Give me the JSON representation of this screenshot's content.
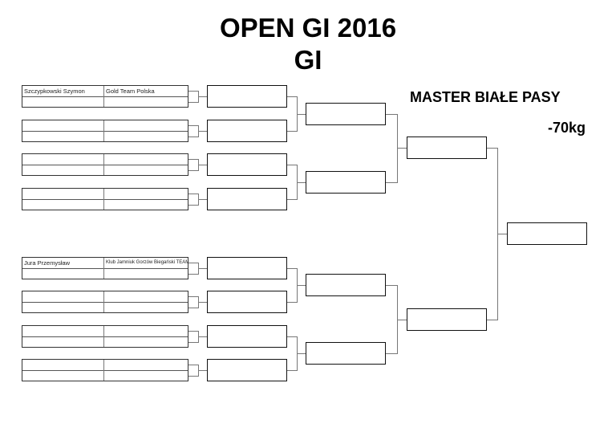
{
  "header": {
    "title": "OPEN GI 2016",
    "subtitle": "GI"
  },
  "category": {
    "division": "MASTER BIAŁE PASY",
    "weight": "-70kg"
  },
  "entries": [
    {
      "name": "Szczypkowski Szymon",
      "team": "Gold Team Polska"
    },
    {
      "name": "",
      "team": ""
    },
    {
      "name": "",
      "team": ""
    },
    {
      "name": "",
      "team": ""
    },
    {
      "name": "Jura Przemysław",
      "team": "Klub Jamniuk Gorzów Biegański TEAM"
    },
    {
      "name": "",
      "team": ""
    },
    {
      "name": "",
      "team": ""
    },
    {
      "name": "",
      "team": ""
    }
  ]
}
